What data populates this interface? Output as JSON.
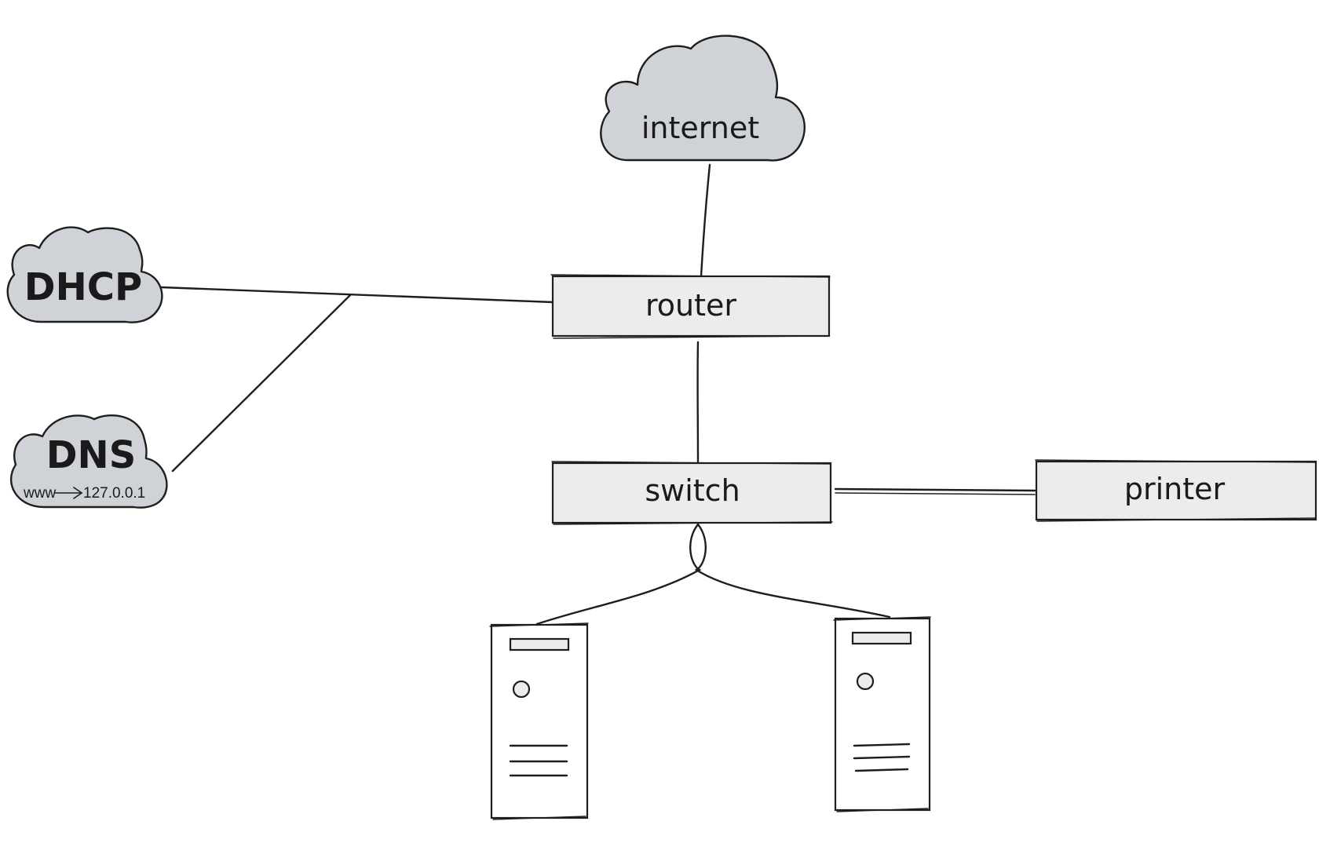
{
  "colors": {
    "cloud_fill": "#cfd3d7",
    "box_fill": "#ececec",
    "stroke": "#1e1e1e",
    "background": "#ffffff"
  },
  "nodes": {
    "internet": {
      "label": "internet",
      "shape": "cloud"
    },
    "dhcp": {
      "label": "DHCP",
      "shape": "cloud"
    },
    "dns": {
      "label": "DNS",
      "shape": "cloud",
      "record_from": "www",
      "record_arrow_icon": "right-arrow-icon",
      "record_to": "127.0.0.1"
    },
    "router": {
      "label": "router",
      "shape": "box"
    },
    "switch": {
      "label": "switch",
      "shape": "box"
    },
    "printer": {
      "label": "printer",
      "shape": "box"
    },
    "computer_1": {
      "shape": "computer-tower-icon"
    },
    "computer_2": {
      "shape": "computer-tower-icon"
    }
  },
  "edges": [
    {
      "from": "internet",
      "to": "router"
    },
    {
      "from": "dhcp",
      "to": "router"
    },
    {
      "from": "dns",
      "to": "router"
    },
    {
      "from": "router",
      "to": "switch"
    },
    {
      "from": "switch",
      "to": "printer"
    },
    {
      "from": "switch",
      "to": "computer_1"
    },
    {
      "from": "switch",
      "to": "computer_2"
    }
  ]
}
